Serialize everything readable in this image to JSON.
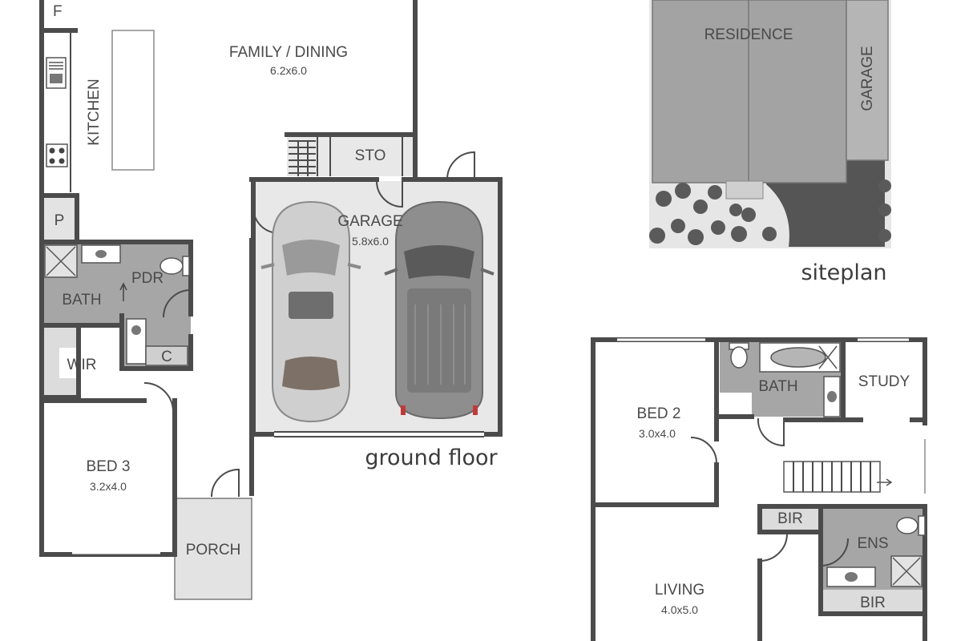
{
  "ground_floor": {
    "caption": "ground floor",
    "rooms": {
      "fridge": {
        "label": "F"
      },
      "family_dining": {
        "label": "FAMILY / DINING",
        "dims": "6.2x6.0"
      },
      "kitchen": {
        "label": "KITCHEN"
      },
      "storage": {
        "label": "STO"
      },
      "pantry": {
        "label": "P"
      },
      "garage": {
        "label": "GARAGE",
        "dims": "5.8x6.0"
      },
      "bath": {
        "label": "BATH"
      },
      "powder_room": {
        "label": "PDR"
      },
      "wir": {
        "label": "WIR"
      },
      "cupboard": {
        "label": "C"
      },
      "bed3": {
        "label": "BED 3",
        "dims": "3.2x4.0"
      },
      "porch": {
        "label": "PORCH"
      }
    }
  },
  "siteplan": {
    "caption": "siteplan",
    "residence_label": "RESIDENCE",
    "garage_label": "GARAGE"
  },
  "first_floor": {
    "rooms": {
      "bath": {
        "label": "BATH"
      },
      "study": {
        "label": "STUDY"
      },
      "bed2": {
        "label": "BED 2",
        "dims": "3.0x4.0"
      },
      "bir_top": {
        "label": "BIR"
      },
      "ensuite": {
        "label": "ENS"
      },
      "bir_bottom": {
        "label": "BIR"
      },
      "living": {
        "label": "LIVING",
        "dims": "4.0x5.0"
      }
    }
  },
  "colors": {
    "wall": "#4b4b4b",
    "wet_area": "#a6a6a6",
    "garage_floor": "#e8e8e8",
    "roof_main": "#a3a3a3",
    "driveway": "#555555"
  }
}
